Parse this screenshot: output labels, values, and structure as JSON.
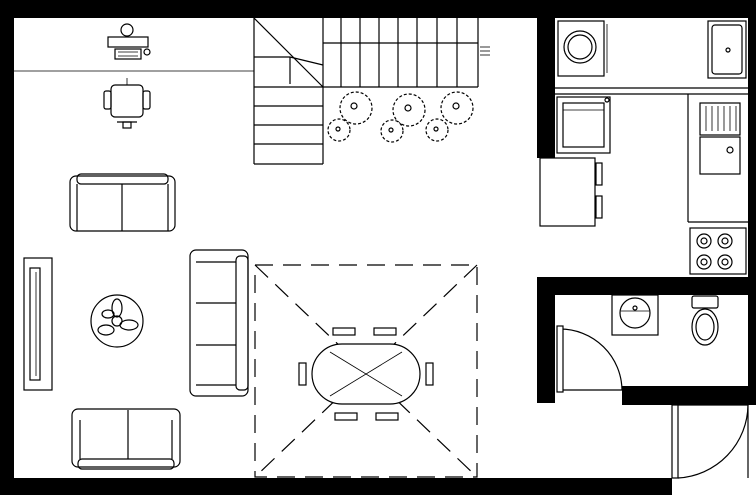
{
  "plan": {
    "rooms": [
      {
        "name": "living-room",
        "icon": "sofa-icon"
      },
      {
        "name": "dining-area",
        "icon": "dining-table-icon"
      },
      {
        "name": "stairs",
        "icon": "staircase-icon"
      },
      {
        "name": "kitchen",
        "icon": "stove-icon"
      },
      {
        "name": "bathroom",
        "icon": "toilet-icon"
      }
    ],
    "colors": {
      "wall": "#000000",
      "background": "#ffffff",
      "line": "#000000"
    }
  }
}
